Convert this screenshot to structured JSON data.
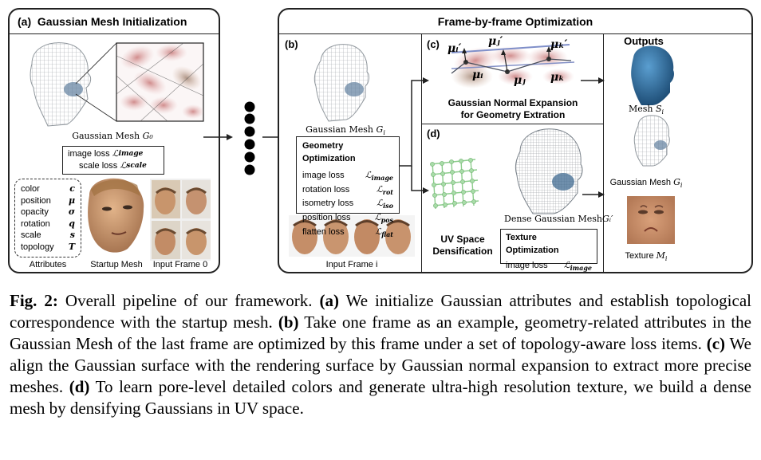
{
  "panel_a": {
    "label": "(a)",
    "title": "Gaussian Mesh Initialization",
    "gaussian_mesh_label": "Gaussian Mesh",
    "gaussian_mesh_sym": "G₀",
    "loss_box": [
      {
        "name": "image loss",
        "sym": "ℒ",
        "sub": "image"
      },
      {
        "name": "scale loss",
        "sym": "ℒ",
        "sub": "scale"
      }
    ],
    "attributes": [
      {
        "name": "color",
        "sym": "c"
      },
      {
        "name": "position",
        "sym": "μ"
      },
      {
        "name": "opacity",
        "sym": "σ"
      },
      {
        "name": "rotation",
        "sym": "q"
      },
      {
        "name": "scale",
        "sym": "s"
      },
      {
        "name": "topology",
        "sym": "T"
      }
    ],
    "attributes_caption": "Attributes",
    "startup_mesh_caption": "Startup Mesh",
    "input_frame_caption": "Input Frame 0"
  },
  "right_header": {
    "title": "Frame-by-frame Optimization"
  },
  "panel_b": {
    "label": "(b)",
    "gaussian_mesh_label": "Gaussian Mesh",
    "gaussian_mesh_sym": "G",
    "gaussian_mesh_sub": "i",
    "geo_title": "Geometry Optimization",
    "geo_losses": [
      {
        "name": "image loss",
        "sub": "image"
      },
      {
        "name": "rotation loss",
        "sub": "rot"
      },
      {
        "name": "isometry loss",
        "sub": "iso"
      },
      {
        "name": "position loss",
        "sub": "pos"
      },
      {
        "name": "flatten loss",
        "sub": "flat"
      }
    ],
    "input_frame_caption": "Input Frame i"
  },
  "panel_c": {
    "label": "(c)",
    "mu_labels": [
      "μᵢ′",
      "μⱼ′",
      "μₖ′",
      "μᵢ",
      "μⱼ",
      "μₖ"
    ],
    "title_line1": "Gaussian Normal Expansion",
    "title_line2": "for Geometry Extration"
  },
  "panel_d": {
    "label": "(d)",
    "dense_mesh_label": "Dense Gaussian Mesh",
    "dense_mesh_sym": "Gᵢ′",
    "uv_title_line1": "UV Space",
    "uv_title_line2": "Densification",
    "tex_title": "Texture Optimization",
    "tex_loss": {
      "name": "image loss",
      "sub": "image"
    }
  },
  "outputs": {
    "title": "Outputs",
    "mesh_label": "Mesh",
    "mesh_sym": "S",
    "mesh_sub": "i",
    "gaussian_mesh_label": "Gaussian Mesh",
    "gaussian_mesh_sym": "G",
    "gaussian_mesh_sub": "i",
    "texture_label": "Texture",
    "texture_sym": "M",
    "texture_sub": "i"
  },
  "caption": {
    "fig": "Fig. 2:",
    "s0": " Overall pipeline of our framework. ",
    "a": "(a)",
    "s1": " We initialize Gaussian attributes and establish topological correspondence with the startup mesh. ",
    "b": "(b)",
    "s2": " Take one frame as an example, geometry-related attributes in the Gaussian Mesh of the last frame are optimized by this frame under a set of topology-aware loss items. ",
    "c": "(c)",
    "s3": " We align the Gaussian surface with the rendering surface by Gaussian normal expansion to extract more precise meshes. ",
    "d": "(d)",
    "s4": " To learn pore-level detailed colors and generate ultra-high resolution texture, we build a dense mesh by densifying Gaussians in UV space."
  },
  "colors": {
    "line": "#222222",
    "mesh_blue": "#2f6d99",
    "gaussian_pink": "#d9a3a3",
    "grid_green": "#7cc27c",
    "skin": "#d7a77e"
  }
}
